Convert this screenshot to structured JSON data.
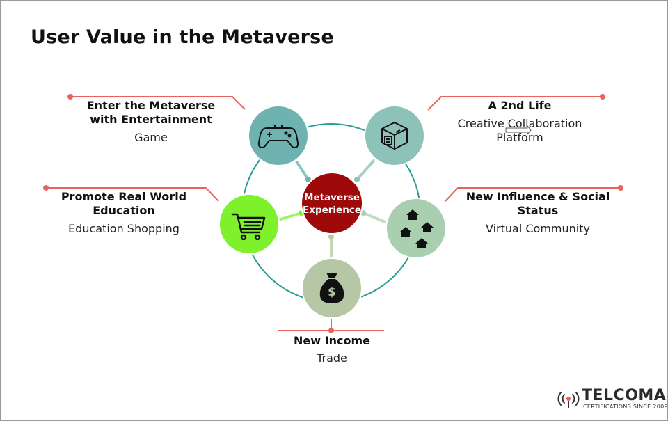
{
  "title": "User Value in the Metaverse",
  "center": {
    "line1": "Metaverse",
    "line2": "Experience",
    "color": "#9e0a0a"
  },
  "nodes": {
    "game": {
      "icon": "game-controller-icon",
      "color": "#6fb3b0"
    },
    "life": {
      "icon": "box-icon",
      "color": "#8cc2b8"
    },
    "community": {
      "icon": "houses-icon",
      "color": "#a9cfb0"
    },
    "income": {
      "icon": "money-bag-icon",
      "color": "#b5c7a4"
    },
    "education": {
      "icon": "shopping-cart-icon",
      "color": "#7ff02c"
    }
  },
  "blocks": {
    "game": {
      "heading_1": "Enter the Metaverse",
      "heading_2": "with Entertainment",
      "sub": "Game"
    },
    "life": {
      "heading": "A 2nd Life",
      "sub_1": "Creative Collaboration",
      "sub_2": "Platform"
    },
    "education": {
      "heading_1": "Promote Real World",
      "heading_2": "Education",
      "sub": "Education Shopping"
    },
    "community": {
      "heading_1": "New Influence & Social",
      "heading_2": "Status",
      "sub": "Virtual Community"
    },
    "income": {
      "heading": "New Income",
      "sub": "Trade"
    }
  },
  "colors": {
    "ring": "#2a9d95",
    "callout": "#e8635e"
  },
  "logo": {
    "brand": "TELCOMA",
    "tagline": "CERTIFICATIONS SINCE 2009"
  }
}
